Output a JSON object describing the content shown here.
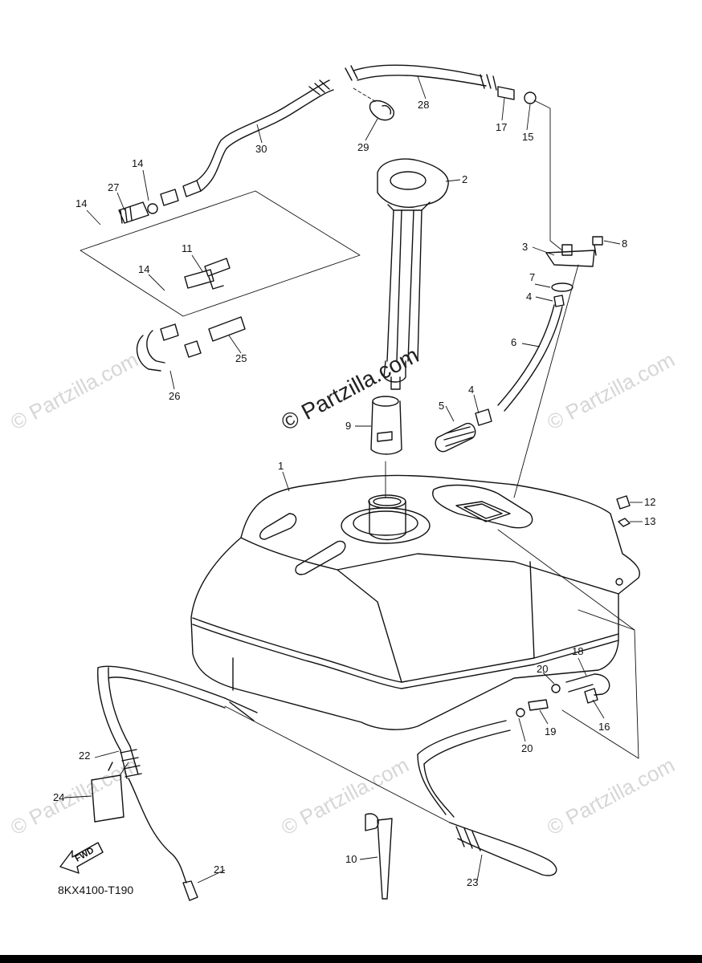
{
  "diagram": {
    "diagram_code": "8KX4100-T190",
    "watermark_main": "© Partzilla.com",
    "watermark_faint": "© Partzilla.com",
    "fwd_label": "FWD",
    "callouts": [
      "1",
      "2",
      "3",
      "4",
      "4",
      "5",
      "6",
      "7",
      "8",
      "9",
      "10",
      "11",
      "12",
      "13",
      "14",
      "14",
      "14",
      "15",
      "16",
      "17",
      "18",
      "19",
      "20",
      "20",
      "21",
      "22",
      "23",
      "24",
      "25",
      "26",
      "27",
      "28",
      "29",
      "30"
    ]
  },
  "colors": {
    "line": "#111111",
    "watermark": "#d6d6d6",
    "background": "#ffffff"
  }
}
